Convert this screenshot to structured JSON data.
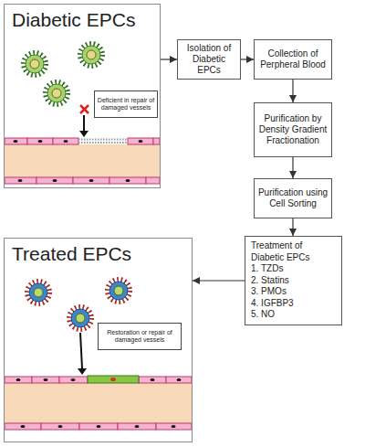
{
  "diagram": {
    "nodes": [
      {
        "text": [
          "Diabetic EPCs"
        ]
      },
      {
        "text": [
          "Deficient in repair of damaged vessels"
        ],
        "in": 0
      },
      {
        "text": [
          "Isolation of Diabetic EPCs"
        ]
      },
      {
        "text": [
          "Collection of Perpheral Blood"
        ]
      },
      {
        "text": [
          "Purification by Density Gradient Fractionation"
        ]
      },
      {
        "text": [
          "Purification using Cell Sorting"
        ]
      },
      {
        "text": [
          "Treatment of Diabetic EPCs",
          "1. TZDs",
          "2. Statins",
          "3. PMOs",
          "4. IGFBP3",
          "5. NO"
        ]
      },
      {
        "text": [
          "Treated EPCs"
        ]
      },
      {
        "text": [
          "Restoration or repair of damaged vessels"
        ],
        "in": 7
      }
    ],
    "edges": [
      {
        "from": 0,
        "to": 2,
        "arrow": "to"
      },
      {
        "from": 2,
        "to": 3,
        "arrow": "to"
      },
      {
        "from": 3,
        "to": 4,
        "arrow": "to"
      },
      {
        "from": 4,
        "to": 5,
        "arrow": "to"
      },
      {
        "from": 5,
        "to": 6,
        "arrow": "to"
      },
      {
        "from": 6,
        "to": 7,
        "arrow": "to"
      }
    ]
  }
}
